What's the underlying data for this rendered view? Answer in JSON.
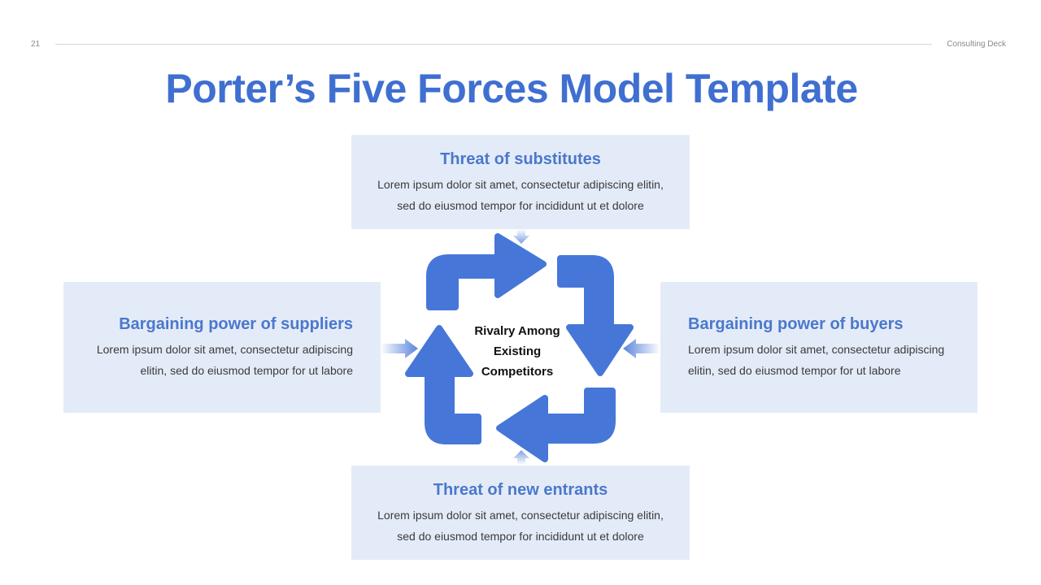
{
  "header": {
    "page_number": "21",
    "deck_name": "Consulting Deck"
  },
  "title": "Porter’s Five Forces Model Template",
  "center": {
    "line1": "Rivalry Among",
    "line2": "Existing",
    "line3": "Competitors"
  },
  "forces": {
    "top": {
      "title": "Threat of substitutes",
      "line1": "Lorem ipsum dolor sit amet, consectetur adipiscing elitin,",
      "line2": "sed do eiusmod tempor  for incididunt ut et dolore"
    },
    "left": {
      "title": "Bargaining power of suppliers",
      "line1": "Lorem ipsum dolor sit amet, consectetur adipiscing",
      "line2": "elitin, sed do eiusmod tempor  for ut labore"
    },
    "right": {
      "title": "Bargaining power of buyers",
      "line1": "Lorem ipsum dolor sit amet, consectetur adipiscing",
      "line2": "elitin, sed do eiusmod tempor  for ut labore"
    },
    "bottom": {
      "title": "Threat of new entrants",
      "line1": "Lorem ipsum dolor sit amet, consectetur adipiscing elitin,",
      "line2": "sed do eiusmod tempor  for incididunt ut et dolore"
    }
  },
  "colors": {
    "accent": "#3f6fd0",
    "arrow": "#4677d8",
    "box_fill": "#e4ebf8"
  }
}
